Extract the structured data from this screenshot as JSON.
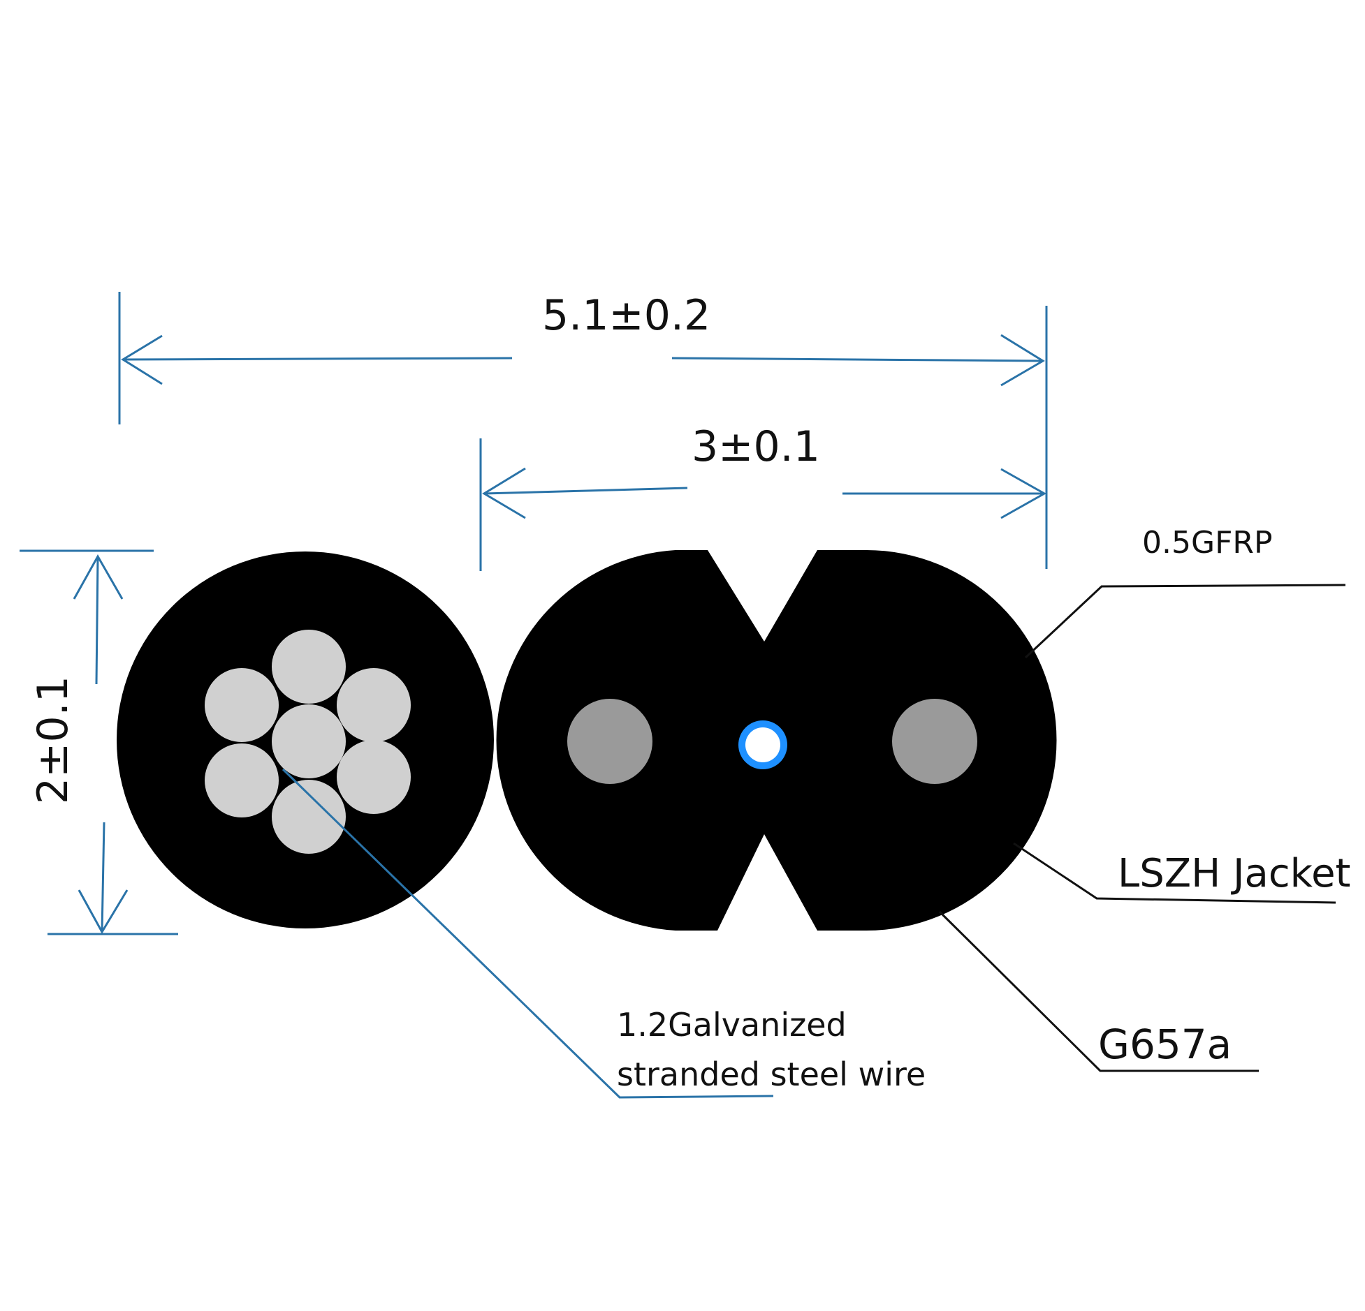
{
  "dimensions": {
    "overall_width": "5.1±0.2",
    "cable_width": "3±0.1",
    "height": "2±0.1"
  },
  "labels": {
    "gfrp": "0.5GFRP",
    "jacket": "LSZH Jacket",
    "fiber": "G657a",
    "messenger_line1": "1.2Galvanized",
    "messenger_line2": "stranded steel wire"
  },
  "colors": {
    "dimension_line": "#2a73a8",
    "jacket": "#000000",
    "steel_wire": "#d0d0d0",
    "gfrp": "#9a9a9a",
    "fiber_ring": "#1e90ff",
    "leader_line": "#111111"
  }
}
